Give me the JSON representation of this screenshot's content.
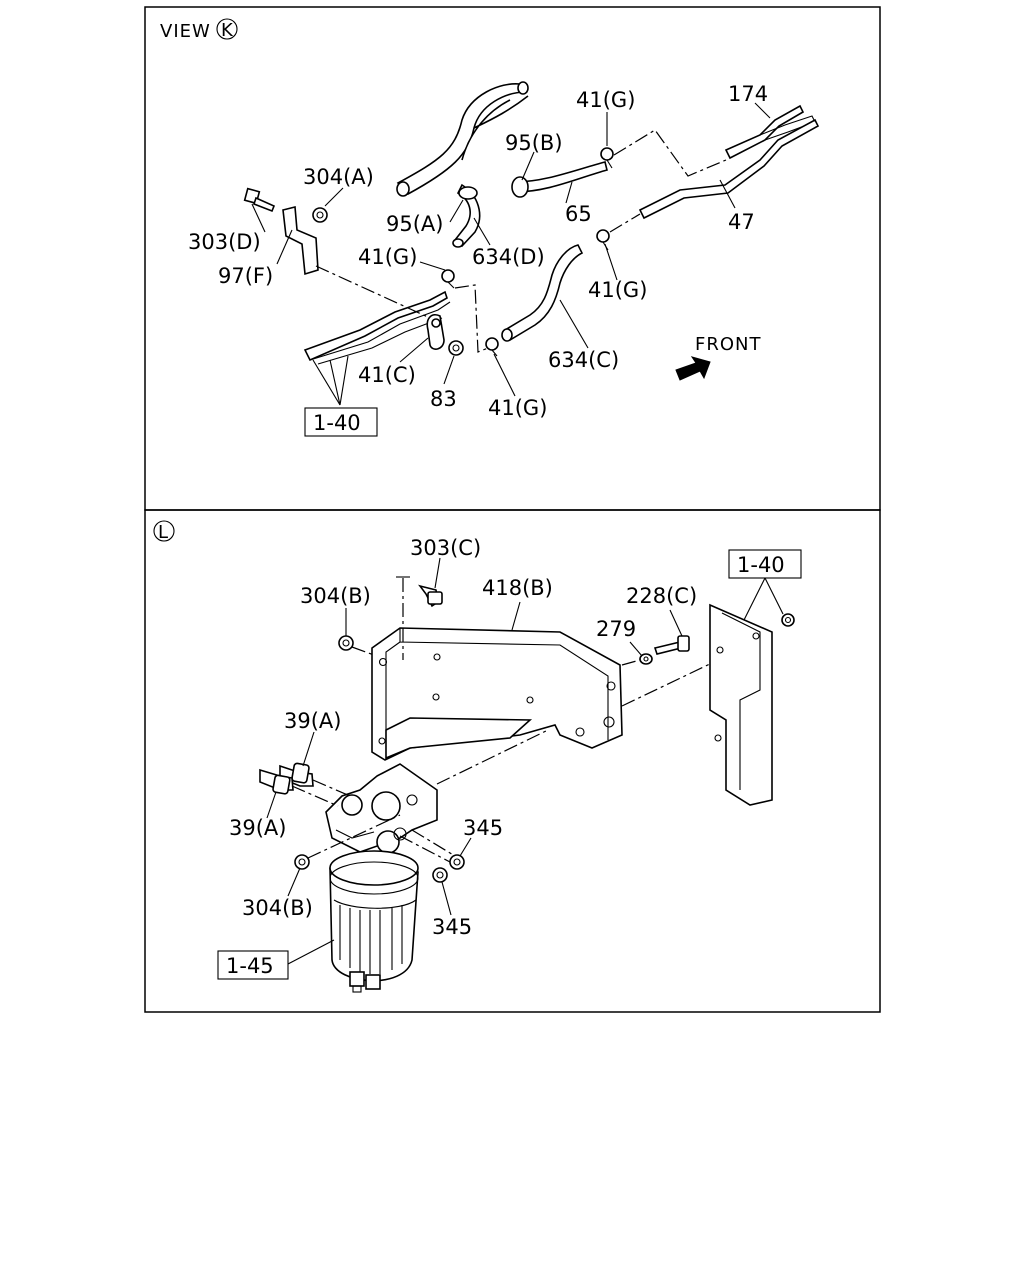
{
  "panels": {
    "top": {
      "view_prefix": "VIEW",
      "view_letter": "K"
    },
    "bottom": {
      "view_letter": "L"
    }
  },
  "direction": {
    "label": "FRONT"
  },
  "labels_top": {
    "p174": "174",
    "p41g_a": "41(G)",
    "p95b": "95(B)",
    "p304a": "304(A)",
    "p65": "65",
    "p95a": "95(A)",
    "p47": "47",
    "p303d": "303(D)",
    "p634d": "634(D)",
    "p97f": "97(F)",
    "p41g_b": "41(G)",
    "p41g_c": "41(G)",
    "p41c": "41(C)",
    "p634c": "634(C)",
    "p83": "83",
    "p41g_d": "41(G)",
    "ref140": "1-40"
  },
  "labels_bottom": {
    "p303c": "303(C)",
    "p418b": "418(B)",
    "p304b_a": "304(B)",
    "p228c": "228(C)",
    "p279": "279",
    "ref140": "1-40",
    "p39a_a": "39(A)",
    "p39a_b": "39(A)",
    "p345_a": "345",
    "p345_b": "345",
    "p304b_b": "304(B)",
    "ref145": "1-45"
  }
}
